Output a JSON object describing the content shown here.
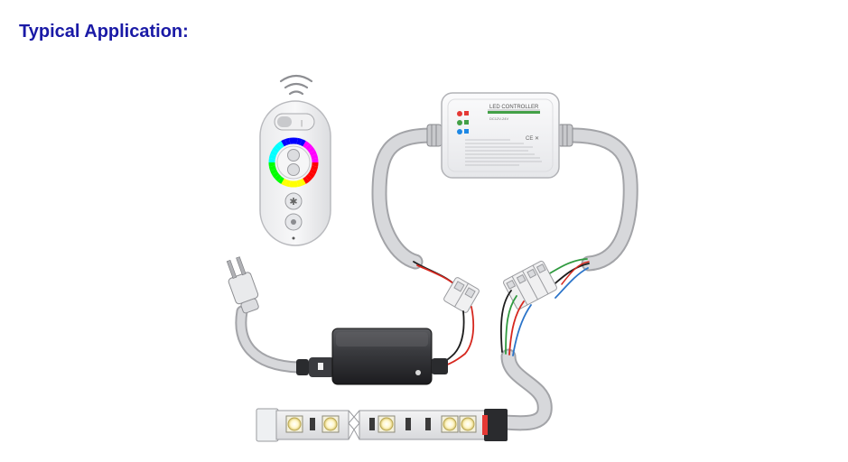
{
  "heading": "Typical Application:",
  "controller": {
    "title": "LED CONTROLLER",
    "voltage": "DC12V-24V"
  },
  "colors": {
    "heading": "#1a1aa6",
    "cable": "#d2d3d6",
    "wire_red": "#d6281f",
    "wire_black": "#1e1e1e",
    "wire_green": "#2f9a3f",
    "wire_blue": "#2b74c9",
    "ring_colors": [
      "#ff0000",
      "#ffff00",
      "#00ff00",
      "#00ffff",
      "#0000ff",
      "#ff00ff"
    ]
  },
  "icons": {
    "remote": "rf-remote-icon",
    "signal": "wireless-signal-icon",
    "plug": "power-plug-icon",
    "adapter": "power-adapter-icon",
    "controller": "led-controller-icon",
    "strip": "led-strip-icon"
  }
}
